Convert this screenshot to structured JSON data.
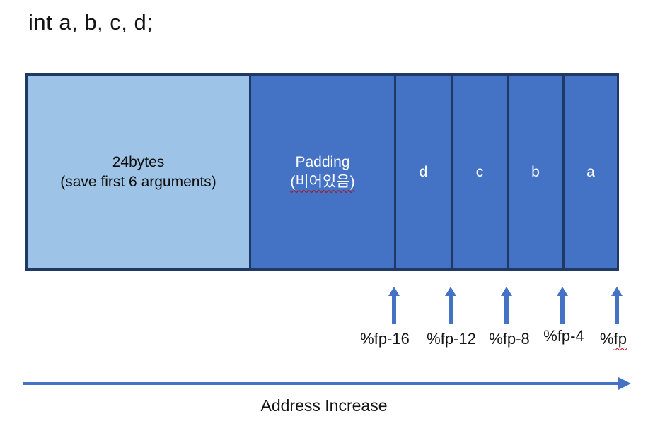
{
  "title": "int a, b, c, d;",
  "memory_box": {
    "sections": [
      {
        "name": "saved-arguments",
        "line1": "24bytes",
        "line2": "(save first 6 arguments)"
      },
      {
        "name": "padding",
        "line1": "Padding",
        "line2": "(비어있음)"
      },
      {
        "name": "var-d",
        "label": "d"
      },
      {
        "name": "var-c",
        "label": "c"
      },
      {
        "name": "var-b",
        "label": "b"
      },
      {
        "name": "var-a",
        "label": "a"
      }
    ]
  },
  "frame_pointers": {
    "labels": [
      "%fp-16",
      "%fp-12",
      "%fp-8",
      "%fp-4"
    ],
    "fp": {
      "prefix": "%",
      "underlined": "fp"
    }
  },
  "address_axis": {
    "label": "Address Increase"
  },
  "colors": {
    "light_blue": "#9DC3E6",
    "accent_blue": "#4472C4",
    "border_navy": "#1F3864",
    "arrow_blue": "#4472C4",
    "spellcheck_red": "#C00000"
  }
}
